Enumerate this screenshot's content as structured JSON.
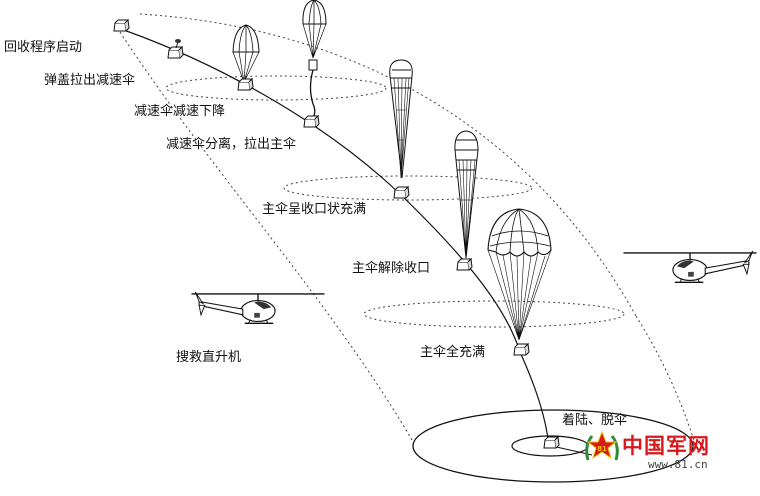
{
  "stages": [
    "回收程序启动",
    "弹盖拉出减速伞",
    "减速伞减速下降",
    "减速伞分离，拉出主伞",
    "主伞呈收口状充满",
    "主伞解除收口",
    "主伞全充满",
    "着陆、脱伞"
  ],
  "helicopter_label": "搜救直升机",
  "watermark": {
    "name": "中国军网",
    "url": "www.81.cn",
    "star_text": "81"
  },
  "colors": {
    "line": "#111111",
    "dashed": "#444444",
    "brand_red": "#d7191c",
    "brand_green": "#2e8b3e",
    "brand_yellow": "#f2c200"
  }
}
